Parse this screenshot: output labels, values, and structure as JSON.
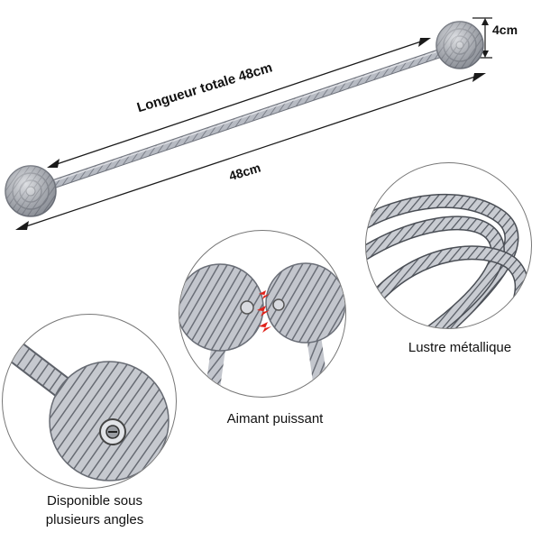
{
  "dimensions": {
    "total_length_label": "Longueur totale 48cm",
    "length_label": "48cm",
    "diameter_label": "4cm"
  },
  "features": {
    "magnet_caption": "Aimant puissant",
    "shine_caption": "Lustre métallique",
    "angles_caption_line1": "Disponible sous",
    "angles_caption_line2": "plusieurs angles"
  },
  "colors": {
    "rope": "#a9adb6",
    "rope_dark": "#6f737c",
    "arrow": "#1a1a1a",
    "spark": "#e0231b"
  }
}
